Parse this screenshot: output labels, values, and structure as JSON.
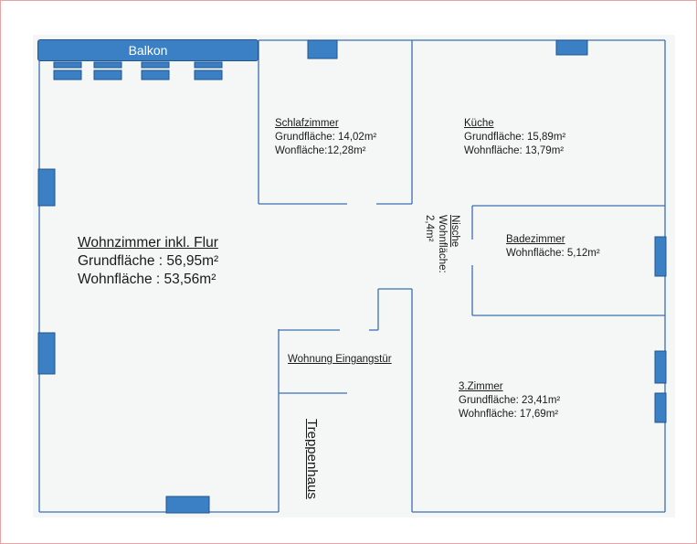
{
  "colors": {
    "wall": "#3c6fb0",
    "window_fill": "#3b80c4",
    "window_stroke": "#20558f",
    "frame": "#e6a3a3",
    "paper": "#f5f7f6"
  },
  "icons": [
    "window-icon"
  ],
  "balcony": {
    "label": "Balkon"
  },
  "rooms": {
    "wohnzimmer": {
      "title": "Wohnzimmer inkl. Flur",
      "grund": "Grundfläche : 56,95m²",
      "wohn": "Wohnfläche : 53,56m²"
    },
    "schlafzimmer": {
      "title": "Schlafzimmer",
      "grund": "Grundfläche: 14,02m²",
      "wohn": "Wonfläche:12,28m²"
    },
    "kueche": {
      "title": "Küche",
      "grund": "Grundfläche: 15,89m²",
      "wohn": "Wohnfläche: 13,79m²"
    },
    "badezimmer": {
      "title": "Badezimmer",
      "wohn": "Wohnfläche: 5,12m²"
    },
    "zimmer3": {
      "title": "3.Zimmer",
      "grund": "Grundfläche: 23,41m²",
      "wohn": "Wohnfläche: 17,69m²"
    },
    "nische": {
      "title": "Nische",
      "wohn": "Wohnfläche:",
      "value": "2,4m²"
    },
    "eingang": {
      "title": "Wohnung Eingangstür"
    },
    "treppenhaus": {
      "title": "Treppenhaus"
    }
  }
}
